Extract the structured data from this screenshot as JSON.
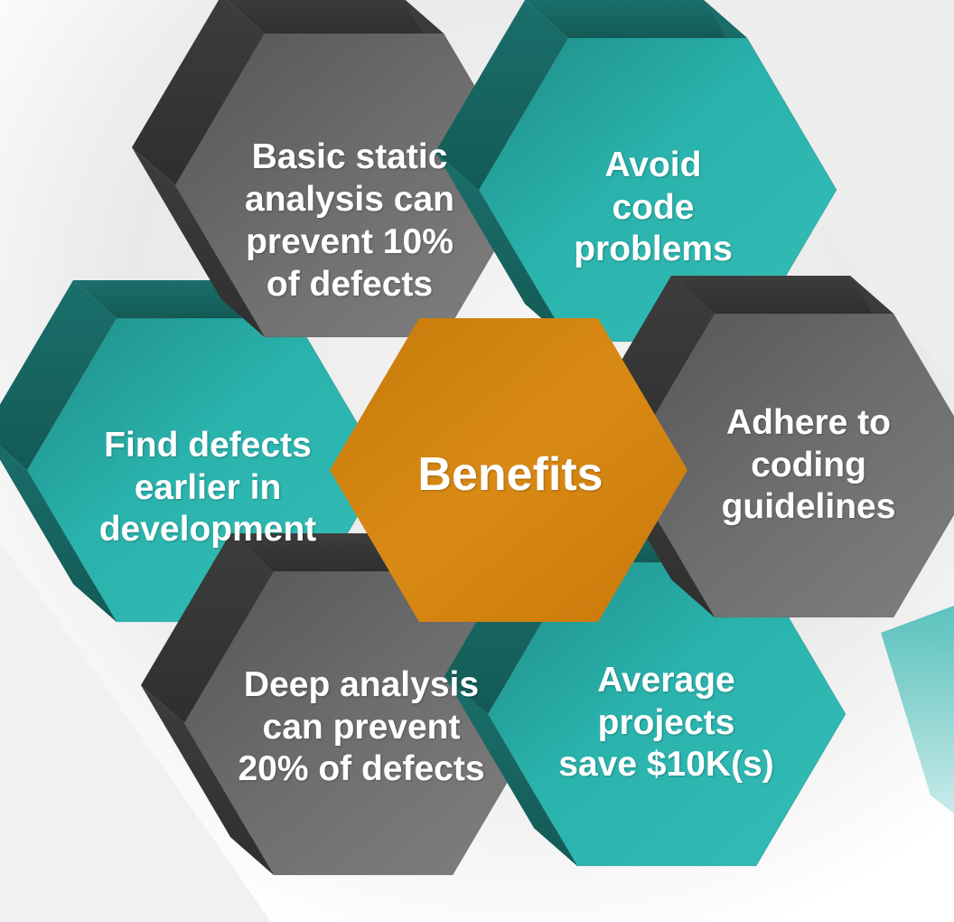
{
  "center": {
    "label": "Benefits"
  },
  "cells": [
    {
      "id": "basic-static-analysis",
      "label": "Basic static\nanalysis can\nprevent 10%\nof defects",
      "tone": "gray"
    },
    {
      "id": "avoid-code-problems",
      "label": "Avoid\ncode\nproblems",
      "tone": "teal"
    },
    {
      "id": "adhere-coding-guidelines",
      "label": "Adhere to\ncoding\nguidelines",
      "tone": "gray"
    },
    {
      "id": "average-projects-save",
      "label": "Average\nprojects\nsave $10K(s)",
      "tone": "teal"
    },
    {
      "id": "deep-analysis",
      "label": "Deep analysis\ncan prevent\n20% of defects",
      "tone": "gray"
    },
    {
      "id": "find-defects-earlier",
      "label": "Find defects\nearlier in\ndevelopment",
      "tone": "teal"
    }
  ],
  "colors": {
    "teal": "#2ab3ad",
    "teal_dark": "#1d7f7a",
    "gray": "#6e6e6e",
    "gray_dark": "#4a4a4a",
    "orange": "#d7850f",
    "orange_dark": "#b5690a",
    "background_shade": "#e6e6e6"
  }
}
